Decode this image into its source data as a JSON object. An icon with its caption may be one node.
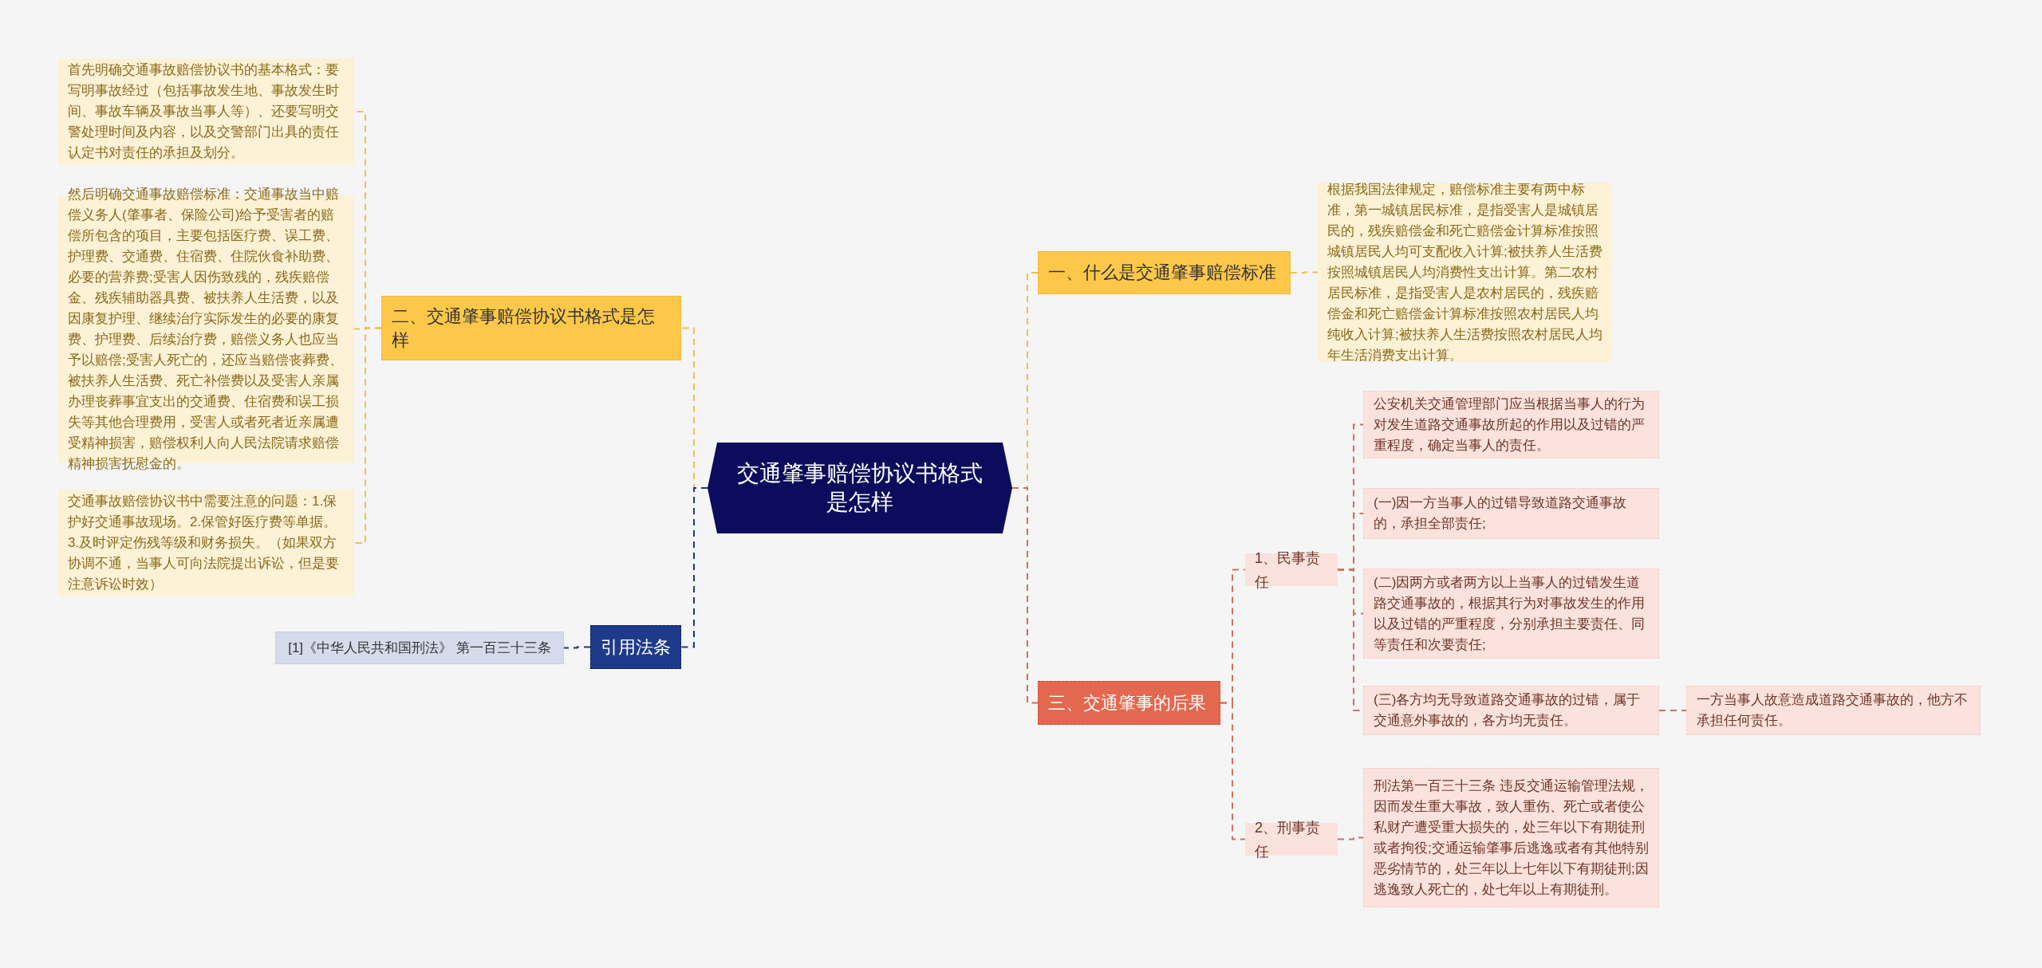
{
  "diagram": {
    "nodes": [
      {
        "text": [
          "交通肇事赔偿协议书格式是怎样"
        ]
      },
      {
        "text": [
          "二、交通肇事赔偿协议书格式是怎样"
        ]
      },
      {
        "text": [
          "首先明确交通事故赔偿协议书的基本格式：要写明事故经过（包括事故发生地、事故发生时间、事故车辆及事故当事人等）、还要写明交警处理时间及内容，以及交警部门出具的责任认定书对责任的承担及划分。"
        ]
      },
      {
        "text": [
          "然后明确交通事故赔偿标准：交通事故当中赔偿义务人(肇事者、保险公司)给予受害者的赔偿所包含的项目，主要包括医疗费、误工费、护理费、交通费、住宿费、住院伙食补助费、必要的营养费;受害人因伤致残的，残疾赔偿金、残疾辅助器具费、被扶养人生活费，以及因康复护理、继续治疗实际发生的必要的康复费、护理费、后续治疗费，赔偿义务人也应当予以赔偿;受害人死亡的，还应当赔偿丧葬费、被扶养人生活费、死亡补偿费以及受害人亲属办理丧葬事宜支出的交通费、住宿费和误工损失等其他合理费用，受害人或者死者近亲属遭受精神损害，赔偿权利人向人民法院请求赔偿精神损害抚慰金的。"
        ]
      },
      {
        "text": [
          "交通事故赔偿协议书中需要注意的问题：1.保护好交通事故现场。2.保管好医疗费等单据。3.及时评定伤残等级和财务损失。（如果双方协调不通，当事人可向法院提出诉讼，但是要注意诉讼时效）"
        ]
      },
      {
        "text": [
          "引用法条"
        ]
      },
      {
        "text": [
          "[1]《中华人民共和国刑法》 第一百三十三条"
        ]
      },
      {
        "text": [
          "一、什么是交通肇事赔偿标准"
        ]
      },
      {
        "text": [
          "根据我国法律规定，赔偿标准主要有两中标准，第一城镇居民标准，是指受害人是城镇居民的，残疾赔偿金和死亡赔偿金计算标准按照城镇居民人均可支配收入计算;被扶养人生活费按照城镇居民人均消费性支出计算。第二农村居民标准，是指受害人是农村居民的，残疾赔偿金和死亡赔偿金计算标准按照农村居民人均纯收入计算;被扶养人生活费按照农村居民人均年生活消费支出计算。"
        ]
      },
      {
        "text": [
          "三、交通肇事的后果"
        ]
      },
      {
        "text": [
          "1、民事责任"
        ]
      },
      {
        "text": [
          "公安机关交通管理部门应当根据当事人的行为对发生道路交通事故所起的作用以及过错的严重程度，确定当事人的责任。"
        ]
      },
      {
        "text": [
          "(一)因一方当事人的过错导致道路交通事故的，承担全部责任;"
        ]
      },
      {
        "text": [
          "(二)因两方或者两方以上当事人的过错发生道路交通事故的，根据其行为对事故发生的作用以及过错的严重程度，分别承担主要责任、同等责任和次要责任;"
        ]
      },
      {
        "text": [
          "(三)各方均无导致道路交通事故的过错，属于交通意外事故的，各方均无责任。"
        ]
      },
      {
        "text": [
          "一方当事人故意造成道路交通事故的，他方不承担任何责任。"
        ]
      },
      {
        "text": [
          "2、刑事责任"
        ]
      },
      {
        "text": [
          "刑法第一百三十三条 违反交通运输管理法规，因而发生重大事故，致人重伤、死亡或者使公私财产遭受重大损失的，处三年以下有期徒刑或者拘役;交通运输肇事后逃逸或者有其他特别恶劣情节的，处三年以上七年以下有期徒刑;因逃逸致人死亡的，处七年以上有期徒刑。"
        ]
      }
    ],
    "edges": [
      {
        "from": 0,
        "to": 1,
        "arrow": "none",
        "style": "dashed",
        "color": "#f2c04a"
      },
      {
        "from": 1,
        "to": 2,
        "arrow": "none",
        "style": "dashed",
        "color": "#f2c04a"
      },
      {
        "from": 1,
        "to": 3,
        "arrow": "none",
        "style": "dashed",
        "color": "#f2c04a"
      },
      {
        "from": 1,
        "to": 4,
        "arrow": "none",
        "style": "dashed",
        "color": "#f2c04a"
      },
      {
        "from": 0,
        "to": 5,
        "arrow": "none",
        "style": "dashed",
        "color": "#1d3a7a"
      },
      {
        "from": 5,
        "to": 6,
        "arrow": "none",
        "style": "dashed",
        "color": "#1d3a7a"
      },
      {
        "from": 0,
        "to": 7,
        "arrow": "none",
        "style": "dashed",
        "color": "#f2c04a"
      },
      {
        "from": 7,
        "to": 8,
        "arrow": "none",
        "style": "dashed",
        "color": "#f2c04a"
      },
      {
        "from": 0,
        "to": 9,
        "arrow": "none",
        "style": "dashed"
      },
      {
        "from": 9,
        "to": 10,
        "arrow": "none",
        "style": "dashed"
      },
      {
        "from": 10,
        "to": 11,
        "arrow": "none",
        "style": "dashed"
      },
      {
        "from": 10,
        "to": 12,
        "arrow": "none",
        "style": "dashed"
      },
      {
        "from": 10,
        "to": 13,
        "arrow": "none",
        "style": "dashed"
      },
      {
        "from": 10,
        "to": 14,
        "arrow": "none",
        "style": "dashed"
      },
      {
        "from": 14,
        "to": 15,
        "arrow": "none",
        "style": "dashed"
      },
      {
        "from": 9,
        "to": 16,
        "arrow": "none",
        "style": "dashed"
      },
      {
        "from": 16,
        "to": 17,
        "arrow": "none",
        "style": "dashed"
      }
    ]
  }
}
